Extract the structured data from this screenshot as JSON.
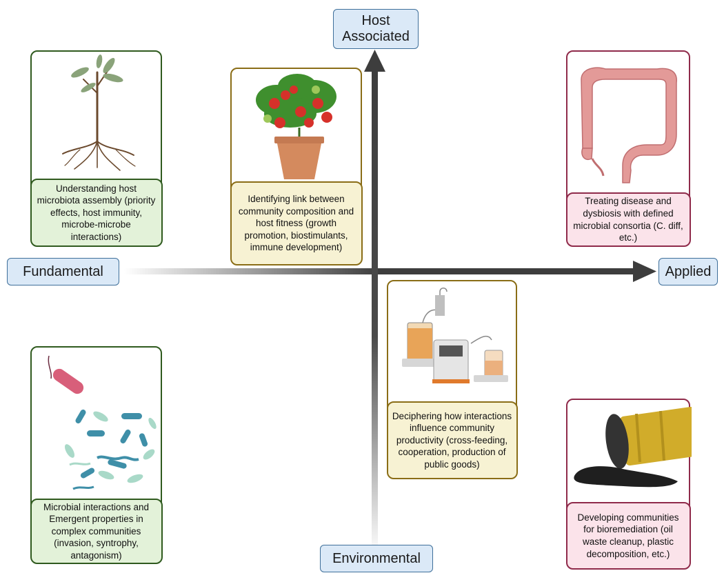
{
  "axes": {
    "top": "Host Associated",
    "bottom": "Environmental",
    "left": "Fundamental",
    "right": "Applied"
  },
  "cards": {
    "host_assembly": "Understanding host microbiota assembly (priority effects, host immunity, microbe-microbe interactions)",
    "host_fitness": "Identifying link between community composition and host fitness (growth promotion, biostimulants, immune development)",
    "treating_disease": "Treating disease and dysbiosis with defined microbial consortia (C. diff, etc.)",
    "microbial_interactions": "Microbial interactions and Emergent properties in complex communities (invasion, syntrophy, antagonism)",
    "productivity": "Deciphering how interactions influence community productivity (cross-feeding, cooperation, production of public goods)",
    "bioremediation": "Developing communities for bioremediation (oil waste cleanup, plastic decomposition, etc.)"
  },
  "icons": [
    "plant-seedling-icon",
    "tomato-plant-icon",
    "colon-icon",
    "bacteria-icon",
    "bioreactor-icon",
    "oil-barrel-icon"
  ],
  "colors": {
    "green_border": "#2f5a1e",
    "green_fill": "#e3f2d9",
    "yellow_border": "#8a6d16",
    "yellow_fill": "#f7f2d3",
    "pink_border": "#8f2a4a",
    "pink_fill": "#fbe3ea",
    "axis_box_fill": "#dbe9f7",
    "arrow": "#3d3d3d"
  }
}
